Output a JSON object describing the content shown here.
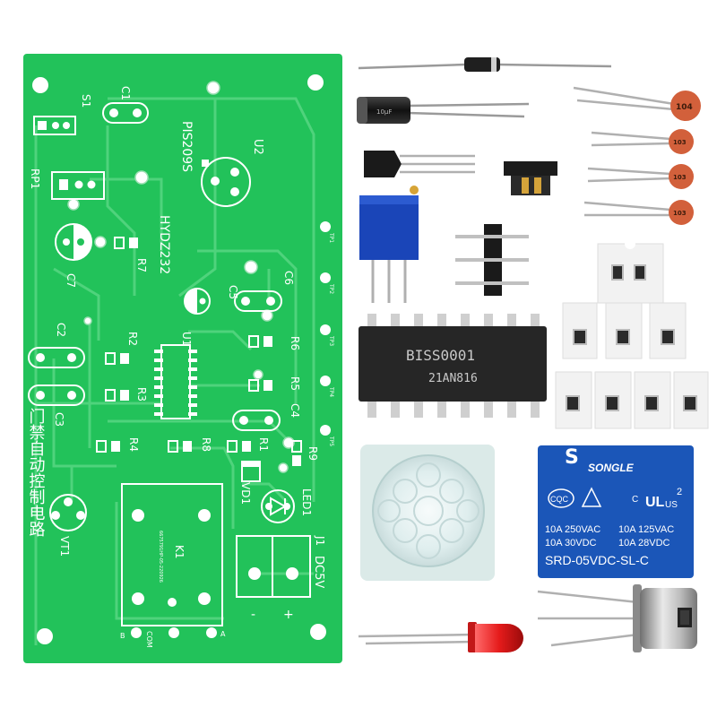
{
  "colors": {
    "pcb": "#22c25a",
    "trace": "#4fd37c",
    "silk": "#ffffff",
    "chip": "#262626",
    "relay": "#1b56b8",
    "led": "#e51b1b",
    "cap_disc": "#d2603b",
    "trimmer": "#1a45b8"
  },
  "board": {
    "label_s1": "S1",
    "label_c1": "C1",
    "label_rp1": "RP1",
    "label_u2": "U2",
    "label_pis": "PIS209S",
    "label_hydz": "HYDZ232",
    "label_c7": "C7",
    "label_r7": "R7",
    "label_c5": "C5",
    "label_c6": "C6",
    "label_c2": "C2",
    "label_r2": "R2",
    "label_u1": "U1",
    "label_r6": "R6",
    "label_r3": "R3",
    "label_r5": "R5",
    "label_c4": "C4",
    "label_c3": "C3",
    "label_r4": "R4",
    "label_r8": "R8",
    "label_r1": "R1",
    "label_r9": "R9",
    "label_vd1": "VD1",
    "label_led1": "LED1",
    "label_vt1": "VT1",
    "label_k1": "K1",
    "label_k1_code": "6675791HP-05-220926",
    "label_j1": "J1",
    "label_dc5v": "DC5V",
    "label_minus": "-",
    "label_plus": "+",
    "label_b": "B",
    "label_com": "COM",
    "label_a": "A",
    "tp_labels": [
      "TP1",
      "TP2",
      "TP3",
      "TP4",
      "TP5"
    ],
    "title_chinese": "门禁自动控制电路"
  },
  "parts": {
    "ic_line1": "BISS0001",
    "ic_line2": "21AN816",
    "relay_brand": "SONGLE",
    "relay_cert_cqc": "CQC",
    "relay_cert_us": "US",
    "relay_cert_c": "C",
    "relay_cert_2": "2",
    "relay_rating_1": "10A 250VAC",
    "relay_rating_2": "10A 125VAC",
    "relay_rating_3": "10A 30VDC",
    "relay_rating_4": "10A 28VDC",
    "relay_model": "SRD-05VDC-SL-C",
    "electrolytic_marking": "10μF",
    "capacitor_values": [
      "104",
      "103",
      "103",
      "103"
    ]
  }
}
